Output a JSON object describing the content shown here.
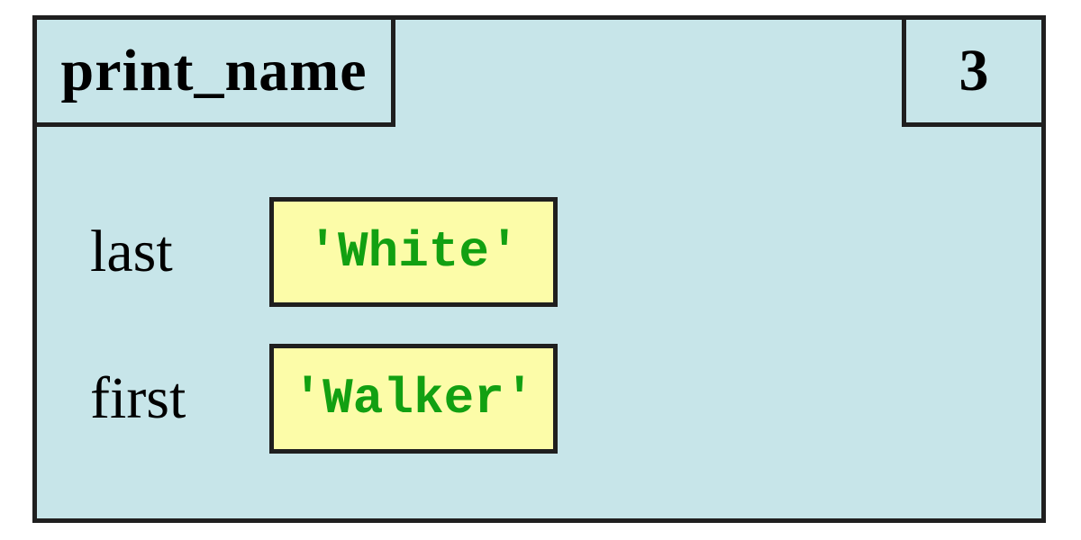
{
  "frame": {
    "function_name": "print_name",
    "line_number": "3",
    "variables": [
      {
        "name": "last",
        "value": "'White'"
      },
      {
        "name": "first",
        "value": "'Walker'"
      }
    ]
  },
  "colors": {
    "frame_fill": "#c7e5e9",
    "value_box_fill": "#fcfca8",
    "value_text": "#12a012",
    "border": "#1f1f1f",
    "label_text": "#000000",
    "page_background": "#ffffff"
  }
}
